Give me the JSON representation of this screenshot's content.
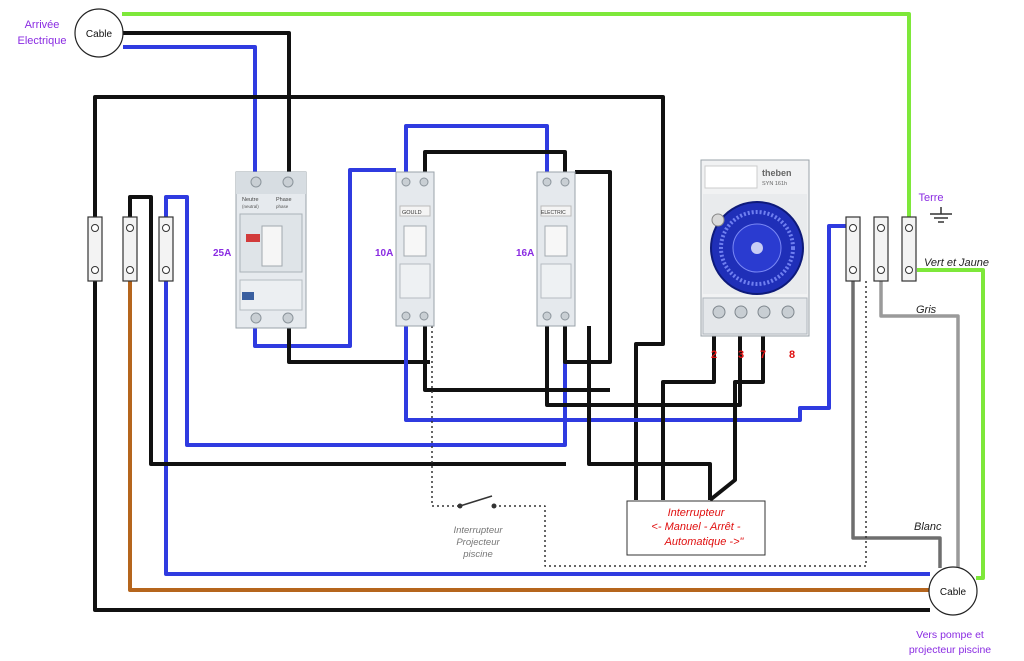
{
  "colors": {
    "phase": "#111111",
    "neutral": "#2f3be0",
    "earth": "#7ee83a",
    "brown": "#b5651d",
    "grey": "#9a9a9a",
    "grey_dark": "#6e6e6e",
    "terminal": "#f0f0f0",
    "label_purple": "#8a2be2",
    "label_red": "#e01010",
    "label_dark": "#222222",
    "breaker_body": "#e8ecef",
    "timer_body": "#f2f2f2",
    "timer_dial": "#1e2fb5"
  },
  "labels": {
    "arrivee": [
      "Arrivée",
      "Electrique"
    ],
    "cable_in": "Cable",
    "cable_out": "Cable",
    "terre": "Terre",
    "vers_pompe": [
      "Vers pompe et",
      "projecteur piscine"
    ],
    "vert_jaune": "Vert et Jaune",
    "gris": "Gris",
    "blanc": "Blanc",
    "breaker_25": "25A",
    "breaker_10": "10A",
    "breaker_16": "16A",
    "timer_terms": [
      "2",
      "3",
      "7",
      "8"
    ],
    "interrupteur_projecteur": [
      "Interrupteur",
      "Projecteur",
      "piscine"
    ],
    "interrupteur_mode": [
      "Interrupteur",
      "<- Manuel  -  Arrêt   -",
      "Automatique ->\""
    ]
  },
  "devices": {
    "main_breaker": {
      "top_left": "Neutre",
      "top_right": "Phase",
      "line2": "(neutral)",
      "line3": "phase"
    },
    "breaker_10": {
      "brand": "GOULD"
    },
    "breaker_16": {
      "brand": "ELECTRIC"
    },
    "timer": {
      "brand": "theben",
      "model": "SYN 161h"
    }
  }
}
